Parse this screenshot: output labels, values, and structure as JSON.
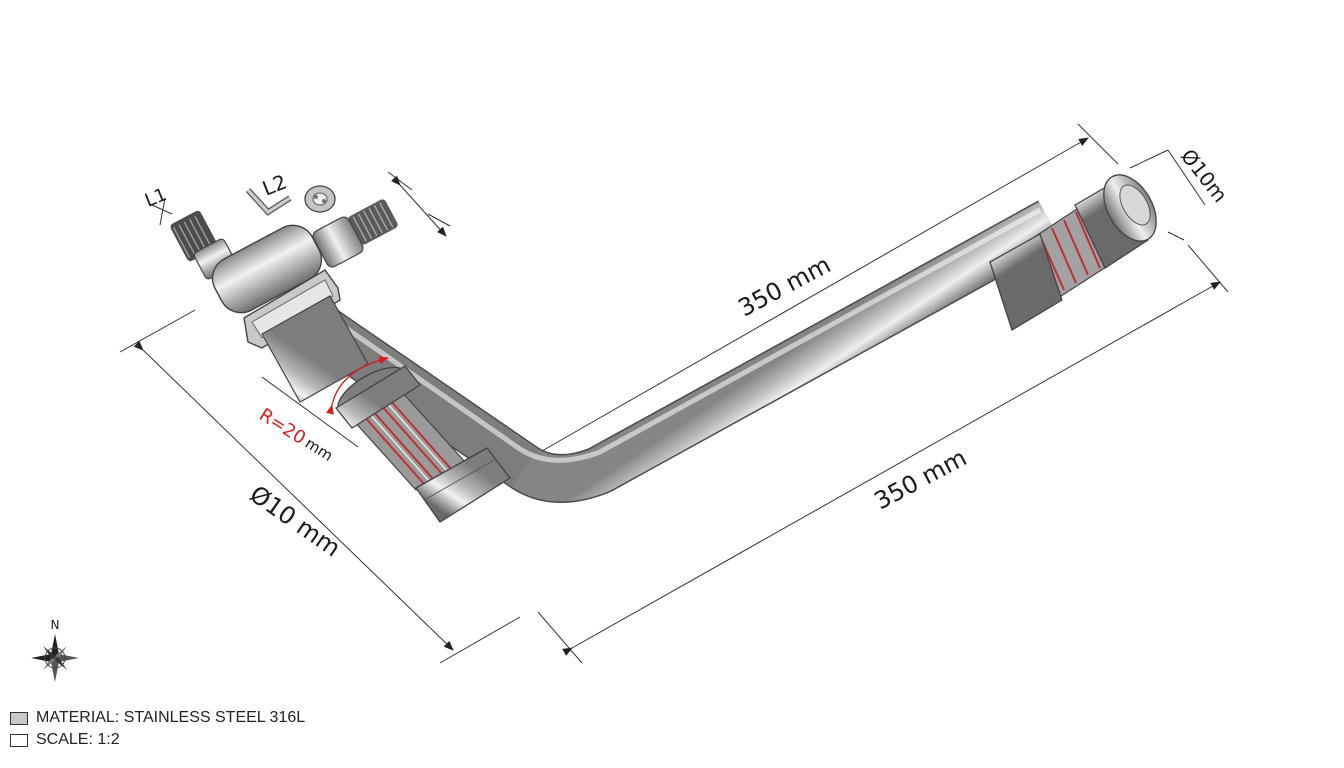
{
  "labels": {
    "l1": "L1",
    "l2": "L2",
    "radius_value": "R=20",
    "radius_unit": "mm",
    "diameter_left": "Ø10 mm",
    "length_upper": "350 mm",
    "length_lower": "350 mm",
    "diameter_right": "Ø10m"
  },
  "compass": {
    "north": "N"
  },
  "legend": [
    {
      "text": "MATERIAL: STAINLESS STEEL 316L",
      "style": "filled"
    },
    {
      "text": "SCALE: 1:2",
      "style": "empty"
    }
  ],
  "colors": {
    "steel_dark": "#6e6e6e",
    "steel_light": "#f4f4f4",
    "dimension_line": "#333333",
    "radius_red": "#d62020"
  }
}
